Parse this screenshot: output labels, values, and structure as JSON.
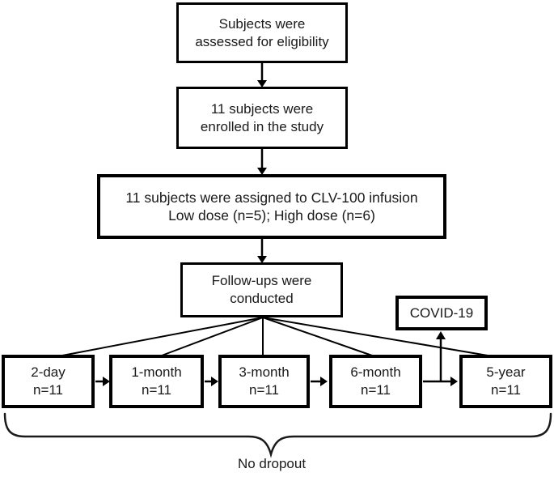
{
  "flow": {
    "eligibility": {
      "line1": "Subjects were",
      "line2": "assessed for eligibility"
    },
    "enrolled": {
      "line1": "11 subjects were",
      "line2": "enrolled in the study"
    },
    "assigned": {
      "line1": "11 subjects were assigned to CLV-100 infusion",
      "line2": "Low dose (n=5); High dose (n=6)"
    },
    "followups_conducted": {
      "line1": "Follow-ups were",
      "line2": "conducted"
    },
    "covid": {
      "label": "COVID-19"
    },
    "timepoints": [
      {
        "label": "2-day",
        "n": "n=11"
      },
      {
        "label": "1-month",
        "n": "n=11"
      },
      {
        "label": "3-month",
        "n": "n=11"
      },
      {
        "label": "6-month",
        "n": "n=11"
      },
      {
        "label": "5-year",
        "n": "n=11"
      }
    ],
    "caption": "No dropout"
  },
  "colors": {
    "line": "#000000",
    "text": "#1a1a1a",
    "background": "#ffffff"
  }
}
